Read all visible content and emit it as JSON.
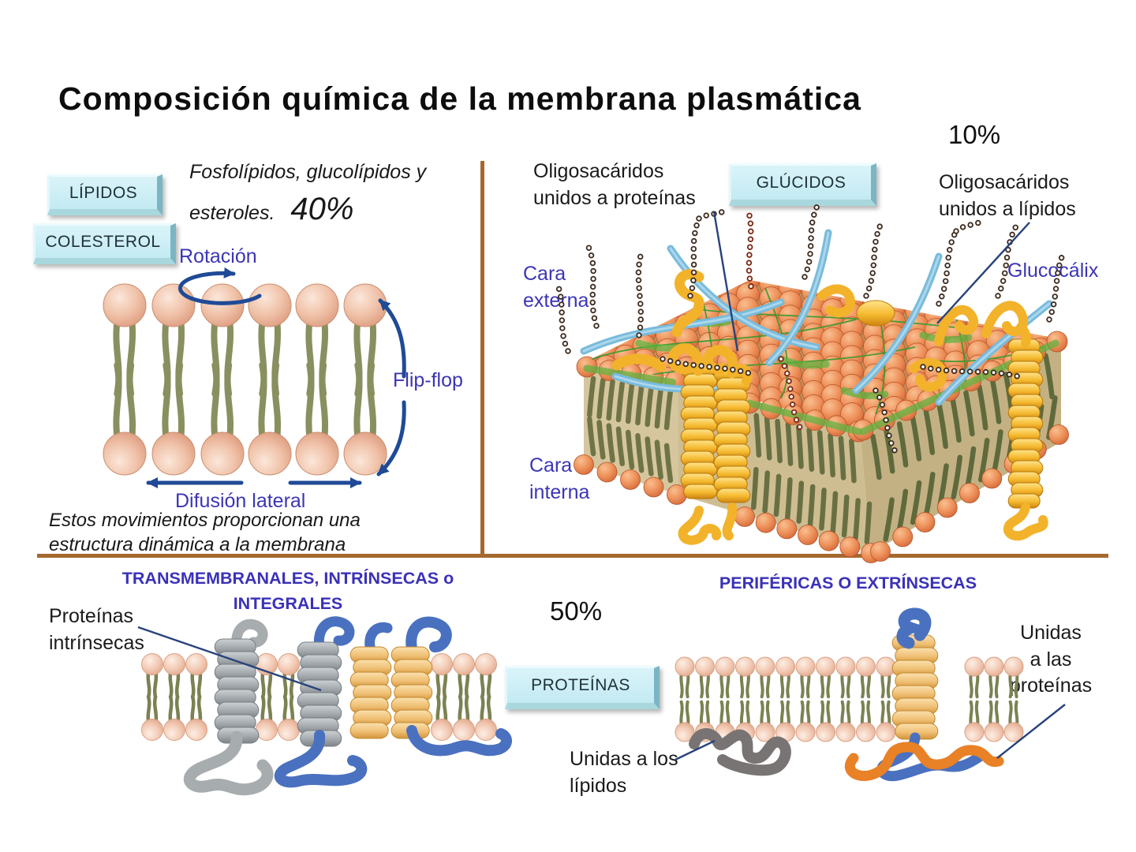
{
  "title": "Composición química de la membrana plasmática",
  "colors": {
    "accent_blue": "#3c35b5",
    "divider_brown": "#a5682e",
    "box_fill": "#cdeff6",
    "callout_navy": "#27427c"
  },
  "lipids": {
    "box_lipidos": "LÍPIDOS",
    "box_colesterol": "COLESTEROL",
    "desc_line1": "Fosfolípidos, glucolípidos y",
    "desc_line2": "esteroles.",
    "percent": "40%",
    "rotation_label": "Rotación",
    "flipflop_label": "Flip-flop",
    "lateral_label": "Difusión lateral",
    "note": "Estos movimientos proporcionan una\nestructura dinámica a la membrana"
  },
  "glucids": {
    "percent": "10%",
    "box": "GLÚCIDOS",
    "oligo_proteins": "Oligosacáridos\nunidos a proteínas",
    "oligo_lipids": "Oligosacáridos\nunidos a lípidos",
    "cara_externa": "Cara\nexterna",
    "cara_interna": "Cara\ninterna",
    "glucocalix": "Glucocálix"
  },
  "proteins": {
    "percent": "50%",
    "box": "PROTEÍNAS",
    "integral_header": "TRANSMEMBRANALES, INTRÍNSECAS o\nINTEGRALES",
    "intrinsic_label": "Proteínas\nintrínsecas",
    "peripheral_header": "PERIFÉRICAS O EXTRÍNSECAS",
    "bound_to_proteins": "Unidas\na las\nproteínas",
    "bound_to_lipids": "Unidas a los\nlípidos"
  }
}
